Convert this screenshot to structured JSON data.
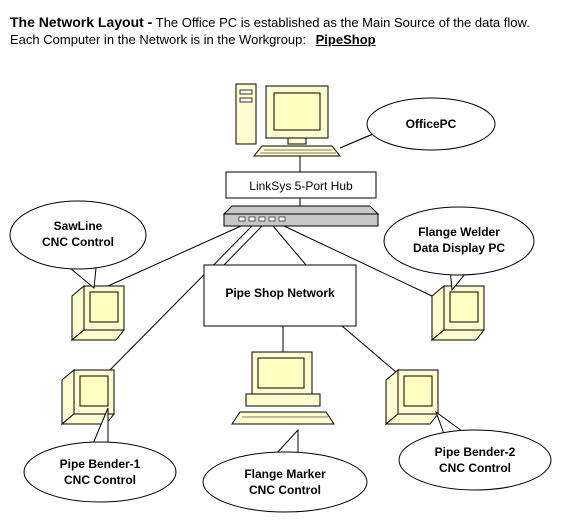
{
  "header": {
    "title": "The Network Layout -",
    "description": "The Office PC is established as the Main Source of the data flow. Each Computer in the Network is in the Workgroup:",
    "workgroup": "PipeShop"
  },
  "hub": {
    "label": "LinkSys 5-Port Hub"
  },
  "network": {
    "label": "Pipe Shop Network"
  },
  "nodes": {
    "office": {
      "line1": "OfficePC"
    },
    "sawline": {
      "line1": "SawLine",
      "line2": "CNC Control"
    },
    "flange_welder": {
      "line1": "Flange Welder",
      "line2": "Data Display PC"
    },
    "bender1": {
      "line1": "Pipe Bender-1",
      "line2": "CNC Control"
    },
    "marker": {
      "line1": "Flange Marker",
      "line2": "CNC Control"
    },
    "bender2": {
      "line1": "Pipe Bender-2",
      "line2": "CNC Control"
    }
  },
  "colors": {
    "device_body": "#fffdd0",
    "screen": "#ffffc0",
    "hub_body": "#c8c8c8",
    "stroke": "#000000"
  }
}
